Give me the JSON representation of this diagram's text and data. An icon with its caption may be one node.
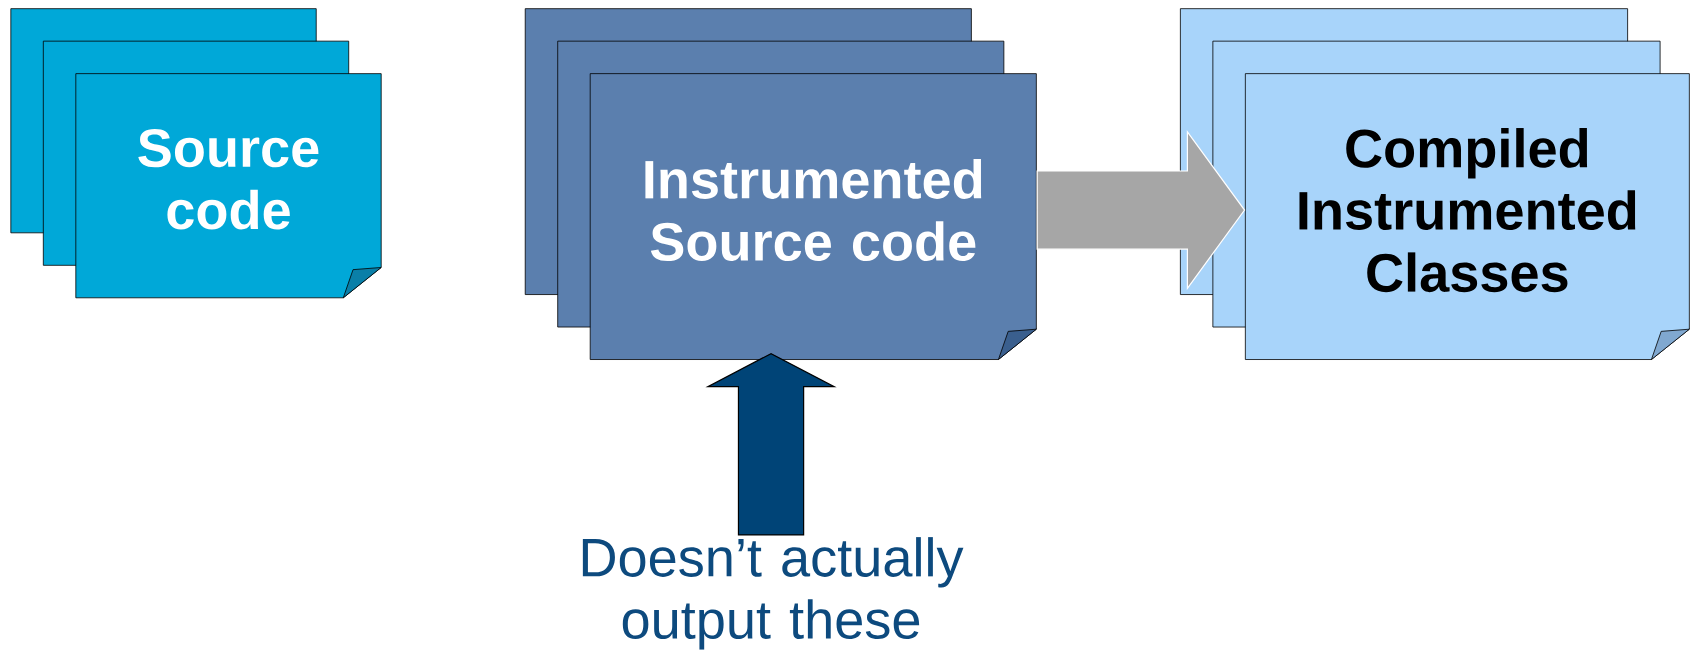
{
  "diagram": {
    "nodes": [
      {
        "text": [
          "Source code"
        ]
      },
      {
        "text": [
          "Instrumented Source code"
        ]
      },
      {
        "text": [
          "Compiled Instrumented Classes"
        ]
      },
      {
        "text": [
          "Doesn’t actually output these"
        ]
      }
    ],
    "edges": [
      {
        "from": 1,
        "to": 2,
        "arrow": "to",
        "color": "#a6a6a6"
      },
      {
        "from": 3,
        "to": 1,
        "arrow": "to",
        "color": "#004477"
      }
    ]
  }
}
